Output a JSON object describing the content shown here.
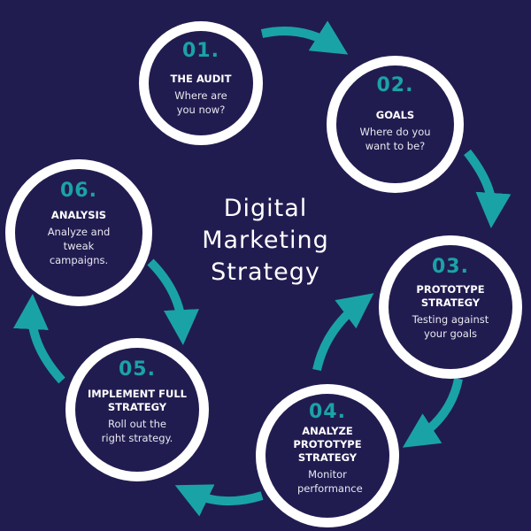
{
  "title": [
    "Digital",
    "Marketing",
    "Strategy"
  ],
  "colors": {
    "background": "#211c50",
    "accent": "#1aa3a6",
    "ring": "#ffffff"
  },
  "steps": [
    {
      "number": "01.",
      "title": "THE AUDIT",
      "description": "Where are you now?"
    },
    {
      "number": "02.",
      "title": "GOALS",
      "description": "Where do you want to be?"
    },
    {
      "number": "03.",
      "title": "PROTOTYPE STRATEGY",
      "description": "Testing against your goals"
    },
    {
      "number": "04.",
      "title": "ANALYZE PROTOTYPE STRATEGY",
      "description": "Monitor performance"
    },
    {
      "number": "05.",
      "title": "IMPLEMENT FULL STRATEGY",
      "description": "Roll out the right strategy."
    },
    {
      "number": "06.",
      "title": "ANALYSIS",
      "description": "Analyze and tweak campaigns."
    }
  ]
}
